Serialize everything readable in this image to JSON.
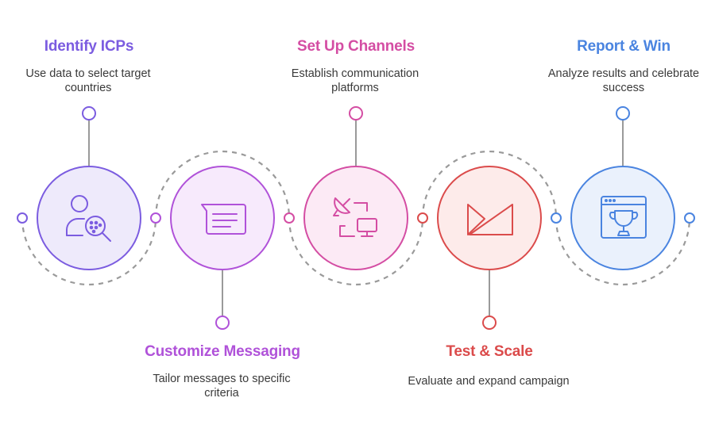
{
  "steps": [
    {
      "title": "Identify ICPs",
      "description": "Use data to select target countries",
      "color": "#7B5CE0",
      "fill": "#EEEAFB",
      "icon": "user-search-icon",
      "position": "top"
    },
    {
      "title": "Customize Messaging",
      "description": "Tailor messages to specific criteria",
      "color": "#B052D9",
      "fill": "#F7EAFC",
      "icon": "message-icon",
      "position": "bottom"
    },
    {
      "title": "Set Up Channels",
      "description": "Establish communication platforms",
      "color": "#D44DA3",
      "fill": "#FCEAF5",
      "icon": "satellite-monitor-icon",
      "position": "top"
    },
    {
      "title": "Test & Scale",
      "description": "Evaluate and expand campaign",
      "color": "#DB4B4B",
      "fill": "#FDEBEA",
      "icon": "scale-icon",
      "position": "bottom"
    },
    {
      "title": "Report & Win",
      "description": "Analyze results and celebrate success",
      "color": "#4A84E0",
      "fill": "#EAF1FC",
      "icon": "trophy-window-icon",
      "position": "top"
    }
  ],
  "connector_color": "#9a9a9a"
}
